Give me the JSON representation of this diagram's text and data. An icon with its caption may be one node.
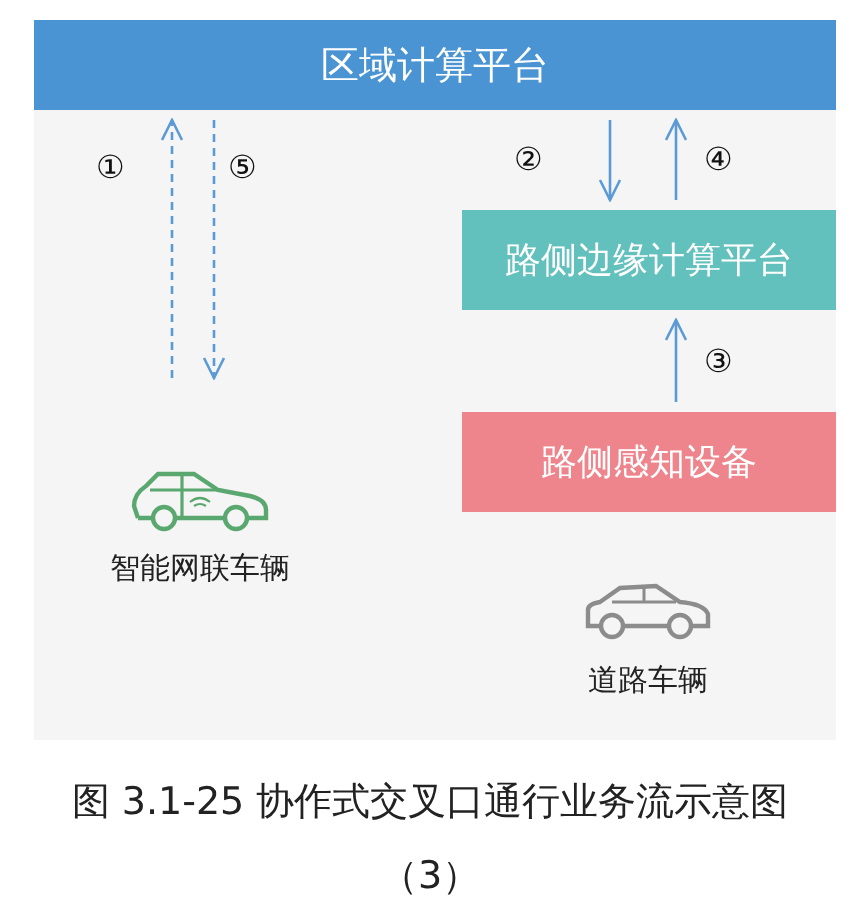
{
  "diagram": {
    "caption": "图 3.1-25  协作式交叉口通行业务流示意图（3）",
    "nodes": [
      {
        "text": [
          "区域计算平台"
        ]
      },
      {
        "text": [
          "路侧边缘计算平台"
        ]
      },
      {
        "text": [
          "路侧感知设备"
        ]
      },
      {
        "text": [
          "智能网联车辆"
        ]
      },
      {
        "text": [
          "道路车辆"
        ]
      }
    ],
    "edges": [
      {
        "from": 3,
        "to": 0,
        "arrow": "to",
        "label": "①",
        "style": "dashed"
      },
      {
        "from": 0,
        "to": 3,
        "arrow": "to",
        "label": "⑤",
        "style": "dashed"
      },
      {
        "from": 0,
        "to": 1,
        "arrow": "to",
        "label": "②"
      },
      {
        "from": 1,
        "to": 0,
        "arrow": "to",
        "label": "④"
      },
      {
        "from": 2,
        "to": 1,
        "arrow": "to",
        "label": "③"
      }
    ]
  }
}
